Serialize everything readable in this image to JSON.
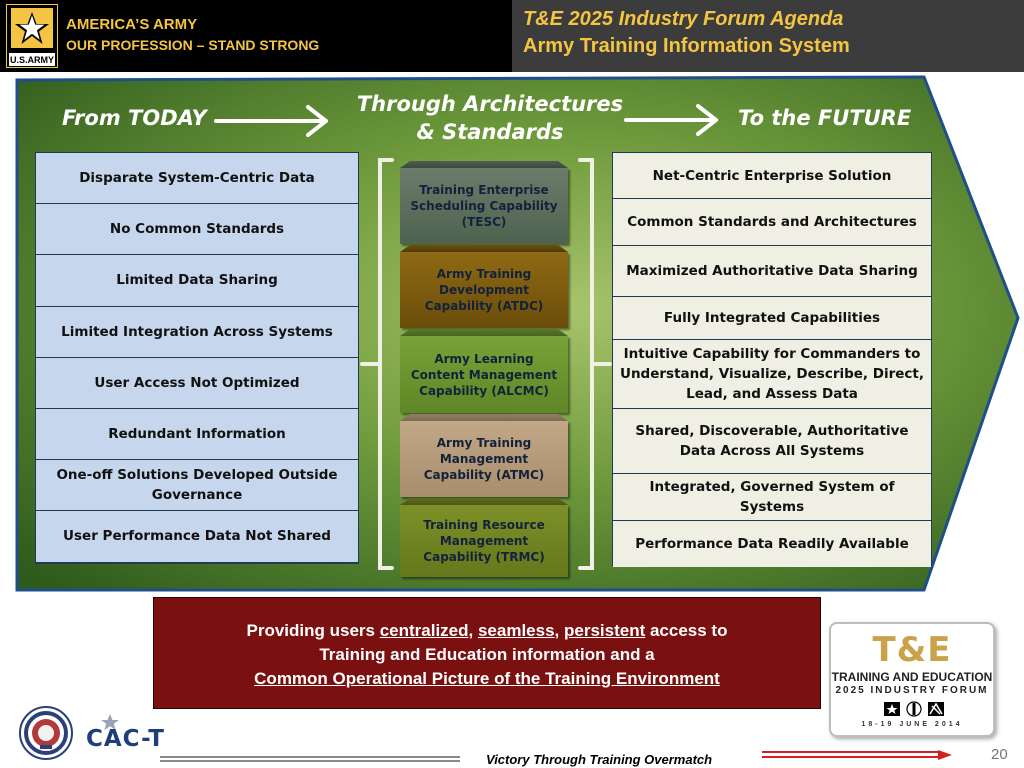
{
  "header": {
    "brand_line1": "AMERICA’S ARMY",
    "brand_line2": "OUR PROFESSION – STAND STRONG",
    "logo_text": "U.S.ARMY",
    "title_line1": "T&E 2025 Industry Forum Agenda",
    "title_line2": "Army Training Information System"
  },
  "diagram": {
    "from_label": "From TODAY",
    "through_line1": "Through Architectures",
    "through_line2": "& Standards",
    "to_label": "To the FUTURE",
    "today_items": [
      "Disparate System-Centric Data",
      "No Common Standards",
      "Limited Data Sharing",
      "Limited Integration Across Systems",
      "User Access Not Optimized",
      "Redundant Information",
      "One-off Solutions Developed Outside Governance",
      "User Performance Data Not Shared"
    ],
    "capabilities": [
      "Training Enterprise Scheduling Capability (TESC)",
      "Army Training Development Capability (ATDC)",
      "Army Learning Content Management Capability (ALCMC)",
      "Army Training Management Capability (ATMC)",
      "Training Resource Management Capability (TRMC)"
    ],
    "future_items": [
      "Net-Centric Enterprise Solution",
      "Common Standards and Architectures",
      "Maximized Authoritative Data Sharing",
      "Fully Integrated Capabilities",
      "Intuitive Capability for Commanders to Understand, Visualize, Describe, Direct, Lead, and Assess Data",
      "Shared, Discoverable, Authoritative Data Across All Systems",
      "Integrated, Governed System of  Systems",
      "Performance Data Readily Available"
    ]
  },
  "banner": {
    "t1": "Providing users ",
    "u1": "centralized",
    "t2": ", ",
    "u2": "seamless",
    "t3": ", ",
    "u3": "persistent",
    "t4": " access to",
    "line2": "Training and Education information and a",
    "line3": "Common Operational Picture of the Training Environment"
  },
  "forum_logo": {
    "mark": "T&E",
    "name": "TRAINING AND EDUCATION",
    "sub": "2025 INDUSTRY FORUM",
    "date": "18-19 JUNE 2014"
  },
  "footer": {
    "cact": "CAC-T",
    "tagline": "Victory Through Training Overmatch",
    "page": "20"
  },
  "colors": {
    "gold": "#f4c542",
    "arrow_green": "#3d6e28",
    "banner_red": "#7a1010",
    "footer_red": "#d21f1f"
  }
}
